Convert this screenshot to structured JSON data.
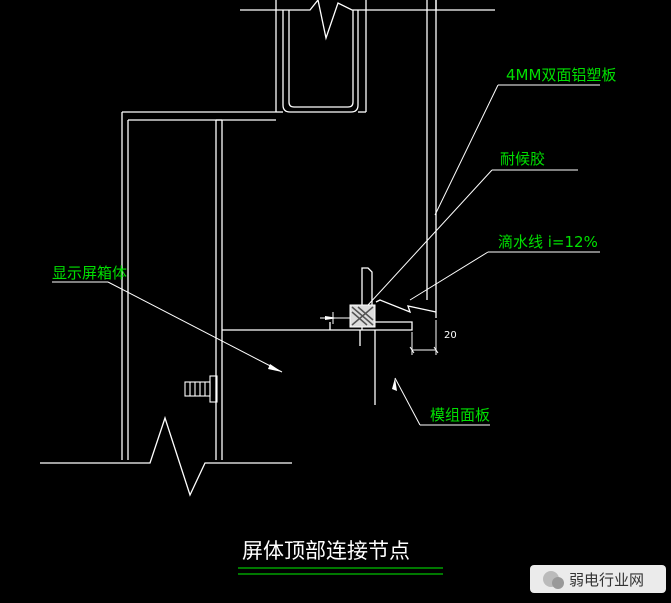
{
  "title": "屏体顶部连接节点",
  "labels": {
    "aluminum_panel": "4MM双面铝塑板",
    "sealant": "耐候胶",
    "drip_line": "滴水线 i=12%",
    "display_box": "显示屏箱体",
    "module_panel": "模组面板"
  },
  "dimension": "20",
  "watermark": "弱电行业网",
  "colors": {
    "background": "#000000",
    "lines": "#ffffff",
    "labels": "#00e000",
    "leaders": "#ffffff"
  }
}
